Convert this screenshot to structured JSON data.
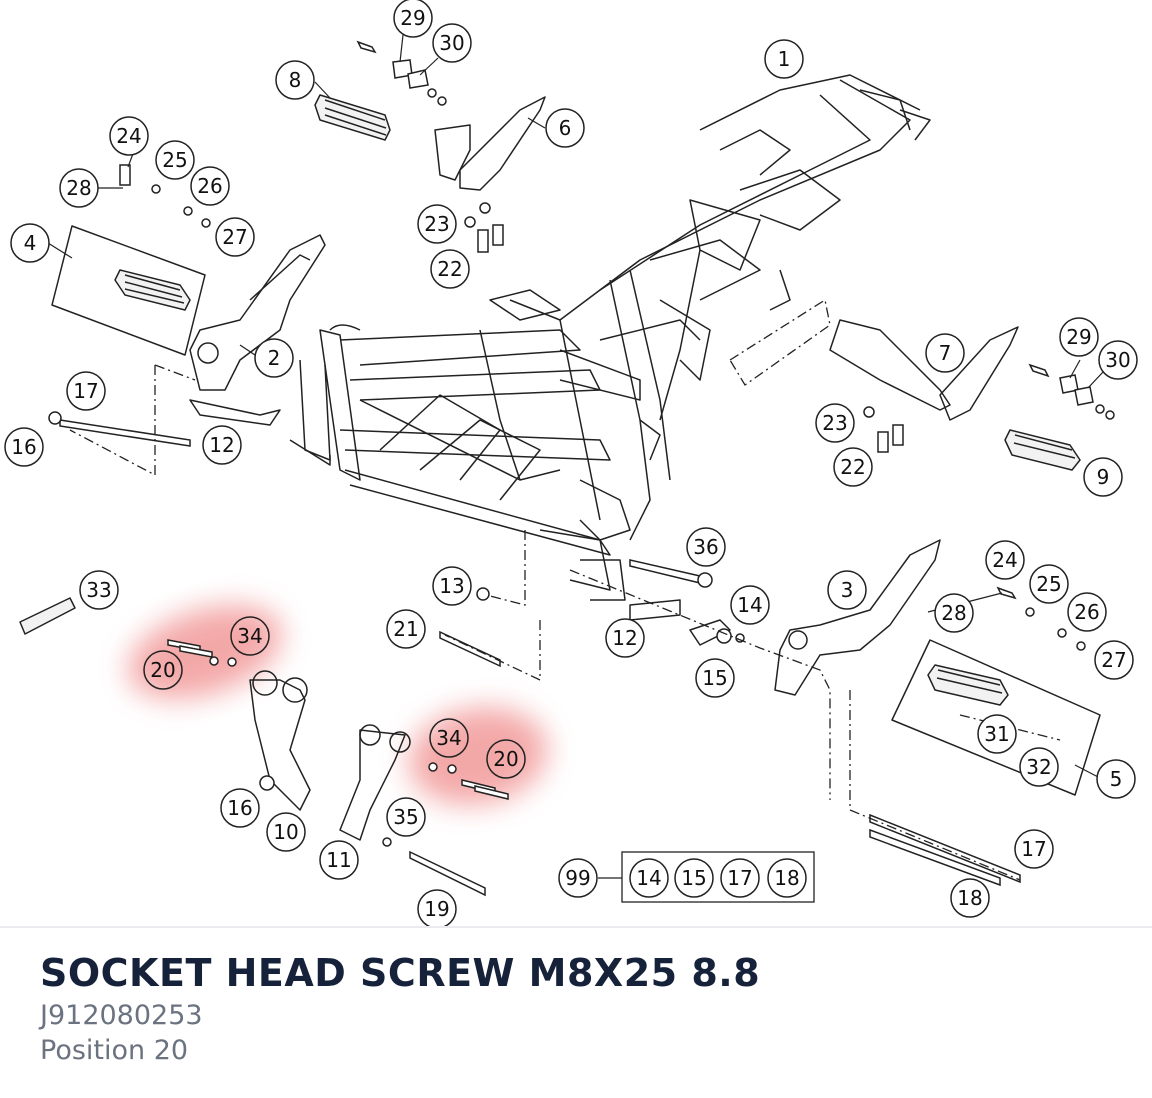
{
  "part": {
    "title": "SOCKET HEAD SCREW M8X25 8.8",
    "number": "J912080253",
    "position": "Position 20"
  },
  "colors": {
    "highlight": "#f29a9a",
    "line": "#222222",
    "title": "#16213a",
    "subtitle": "#6b7280"
  },
  "diagram": {
    "callouts": [
      "1",
      "2",
      "3",
      "4",
      "5",
      "6",
      "7",
      "8",
      "9",
      "10",
      "11",
      "12",
      "12",
      "13",
      "14",
      "14",
      "15",
      "15",
      "16",
      "16",
      "17",
      "17",
      "17",
      "18",
      "18",
      "19",
      "20",
      "20",
      "21",
      "22",
      "22",
      "23",
      "23",
      "24",
      "24",
      "25",
      "25",
      "26",
      "26",
      "27",
      "27",
      "28",
      "28",
      "29",
      "29",
      "30",
      "30",
      "31",
      "32",
      "33",
      "34",
      "34",
      "35",
      "36",
      "99"
    ],
    "kit_items": [
      "14",
      "15",
      "17",
      "18"
    ],
    "highlighted": [
      "20",
      "34"
    ]
  }
}
